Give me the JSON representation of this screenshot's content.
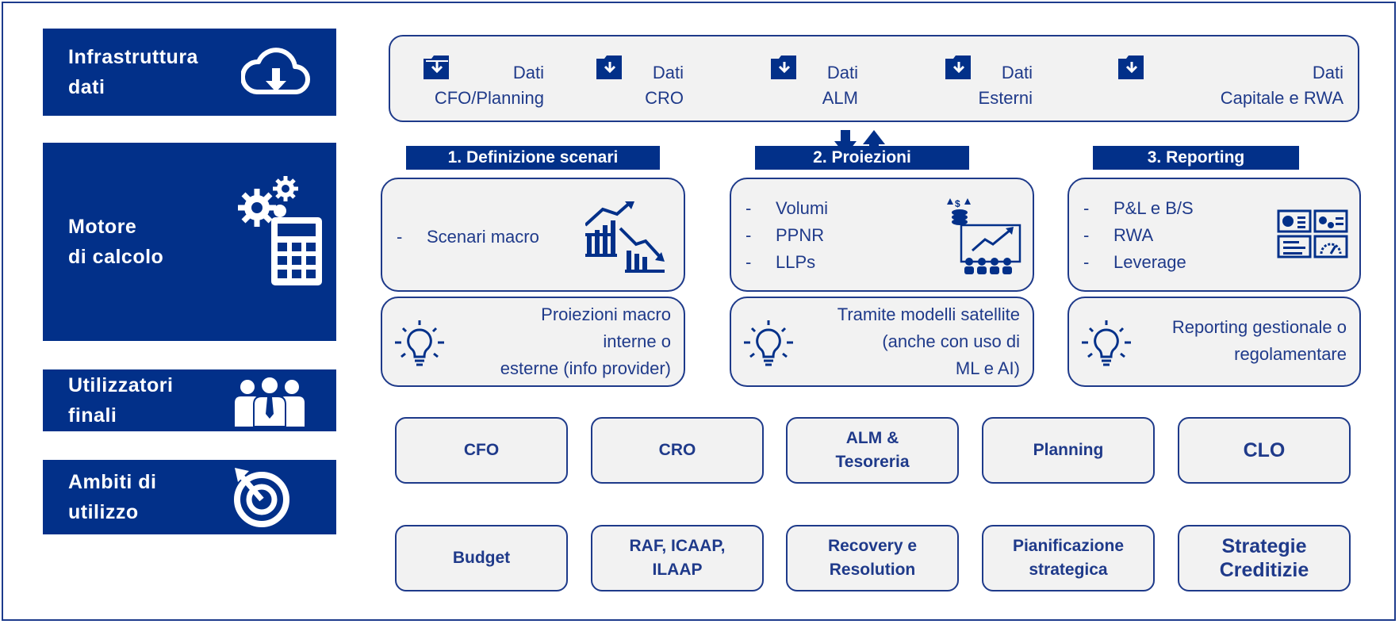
{
  "rows": {
    "infra": {
      "label": "Infrastruttura\ndati",
      "icon": "cloud-download-icon"
    },
    "engine": {
      "label": "Motore\ndi calcolo",
      "icon": "gears-calculator-icon"
    },
    "users": {
      "label": "Utilizzatori\nfinali",
      "icon": "people-group-icon"
    },
    "scope": {
      "label": "Ambiti di\nutilizzo",
      "icon": "target-arrow-icon"
    }
  },
  "data_sources": [
    {
      "label": "Dati\nCFO/Planning"
    },
    {
      "label": "Dati\nCRO"
    },
    {
      "label": "Dati\nALM"
    },
    {
      "label": "Dati\nEsterni"
    },
    {
      "label": "Dati\nCapitale e RWA"
    }
  ],
  "sections": [
    {
      "title": "1. Definizione scenari",
      "items": [
        "Scenari macro"
      ],
      "desc": "Proiezioni macro\ninterne o\nesterne (info provider)"
    },
    {
      "title": "2. Proiezioni",
      "items": [
        "Volumi",
        "PPNR",
        "LLPs"
      ],
      "desc": "Tramite modelli satellite\n(anche con uso di\nML e AI)"
    },
    {
      "title": "3. Reporting",
      "items": [
        "P&L e B/S",
        "RWA",
        "Leverage"
      ],
      "desc": "Reporting gestionale o\nregolamentare"
    }
  ],
  "users": [
    "CFO",
    "CRO",
    "ALM &\nTesoreria",
    "Planning",
    "CLO"
  ],
  "scopes": [
    "Budget",
    "RAF, ICAAP,\nILAAP",
    "Recovery e\nResolution",
    "Pianificazione\nstrategica",
    "Strategie\nCreditizie"
  ],
  "colors": {
    "navy": "#023089",
    "text": "#1f3a8a",
    "card_bg": "#f2f2f2"
  }
}
